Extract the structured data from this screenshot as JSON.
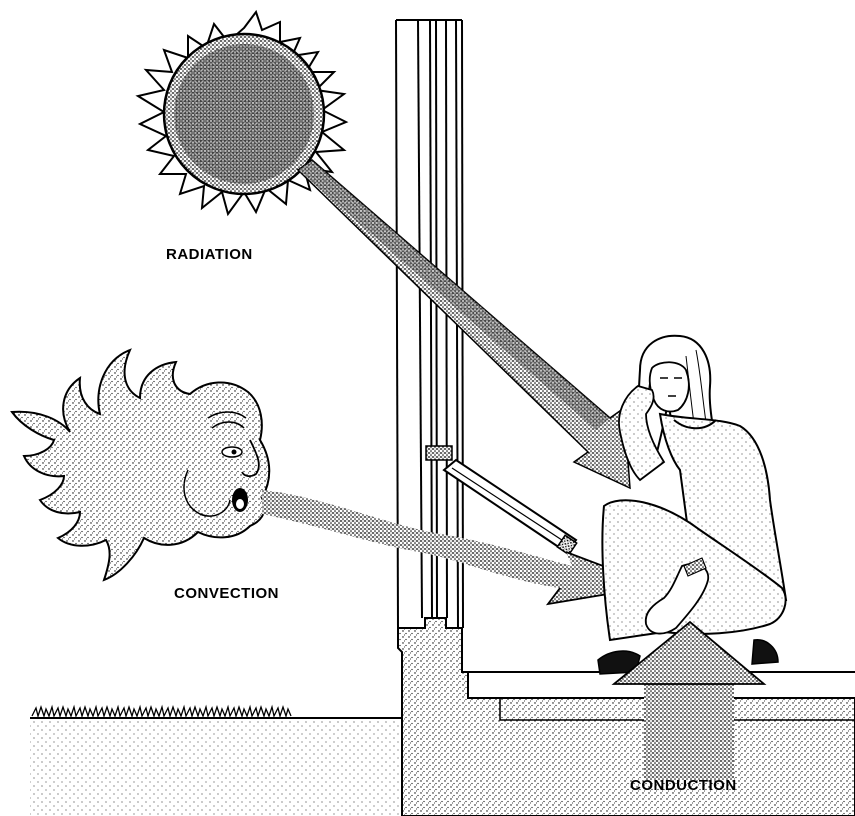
{
  "labels": {
    "radiation": "RADIATION",
    "convection": "CONVECTION",
    "conduction": "CONDUCTION"
  },
  "colors": {
    "ink": "#000000",
    "paper": "#ffffff"
  }
}
